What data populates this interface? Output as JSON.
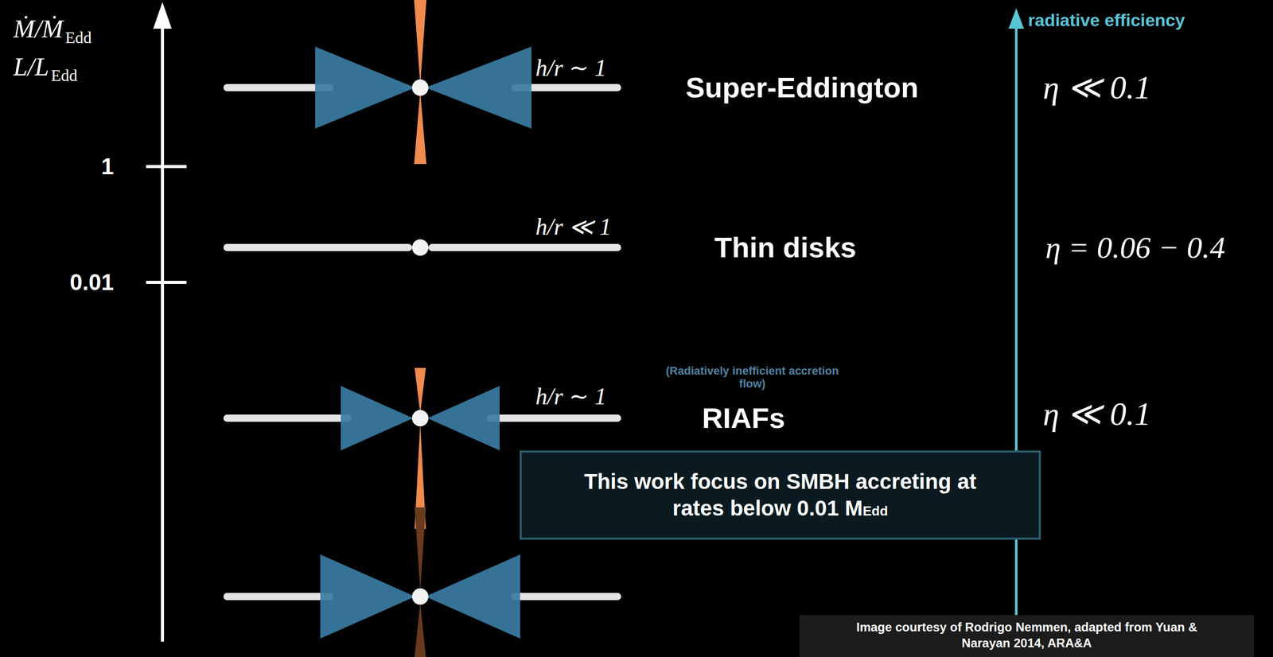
{
  "diagram": {
    "nodes": [
      {
        "text": [
          "This work focus on SMBH accreting at rates below 0.01 M",
          "Edd"
        ]
      },
      {
        "text": [
          "Image courtesy of Rodrigo Nemmen, adapted from Yuan & Narayan 2014, ARA&A"
        ]
      }
    ],
    "labels": [
      "Ṁ/Ṁ",
      "Edd",
      "L/L",
      "Edd",
      "1",
      "0.01",
      "h/r ∼ 1",
      "Super-Eddington",
      "η ≪ 0.1",
      "h/r ≪ 1",
      "Thin disks",
      "η = 0.06 − 0.4",
      "(Radiatively inefficient accretion flow)",
      "h/r ∼ 1",
      "RIAFs",
      "η ≪ 0.1",
      "radiative efficiency"
    ]
  }
}
